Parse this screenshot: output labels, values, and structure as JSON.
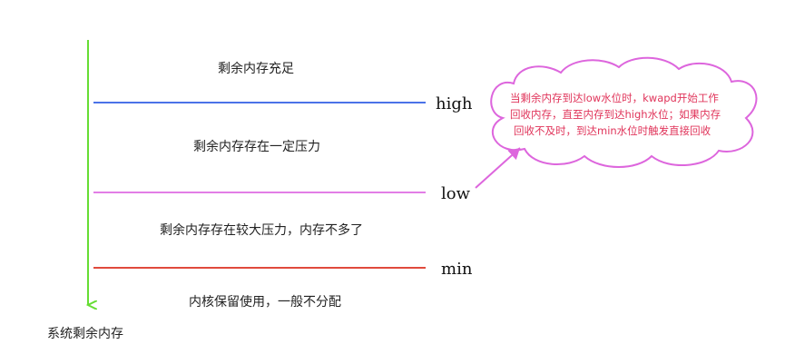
{
  "axis": {
    "label": "系统剩余内存",
    "color": "#66dd33"
  },
  "zones": [
    {
      "text": "剩余内存充足"
    },
    {
      "text": "剩余内存存在一定压力"
    },
    {
      "text": "剩余内存存在较大压力，内存不多了"
    },
    {
      "text": "内核保留使用，一般不分配"
    }
  ],
  "watermarks": [
    {
      "label": "high",
      "color": "#4a72e8"
    },
    {
      "label": "low",
      "color": "#e27ee6"
    },
    {
      "label": "min",
      "color": "#e04a3c"
    }
  ],
  "callout": {
    "lines": [
      "当剩余内存到达low水位时，kwapd开始工作",
      "回收内存，直至内存到达high水位；如果内存",
      "回收不及时，到达min水位时触发直接回收"
    ],
    "border_color": "#dd66dd",
    "text_color": "#e0345a"
  }
}
